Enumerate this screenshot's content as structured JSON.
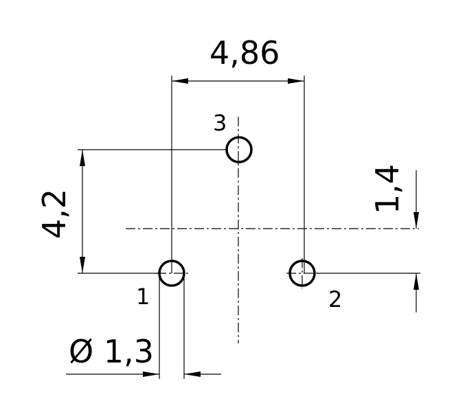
{
  "dimensions": {
    "pin_spacing_horizontal": "4,86",
    "pin_spacing_vertical": "4,2",
    "offset_to_center": "1,4",
    "pin_diameter": "Ø 1,3"
  },
  "pins": {
    "pin1": "1",
    "pin2": "2",
    "pin3": "3"
  }
}
